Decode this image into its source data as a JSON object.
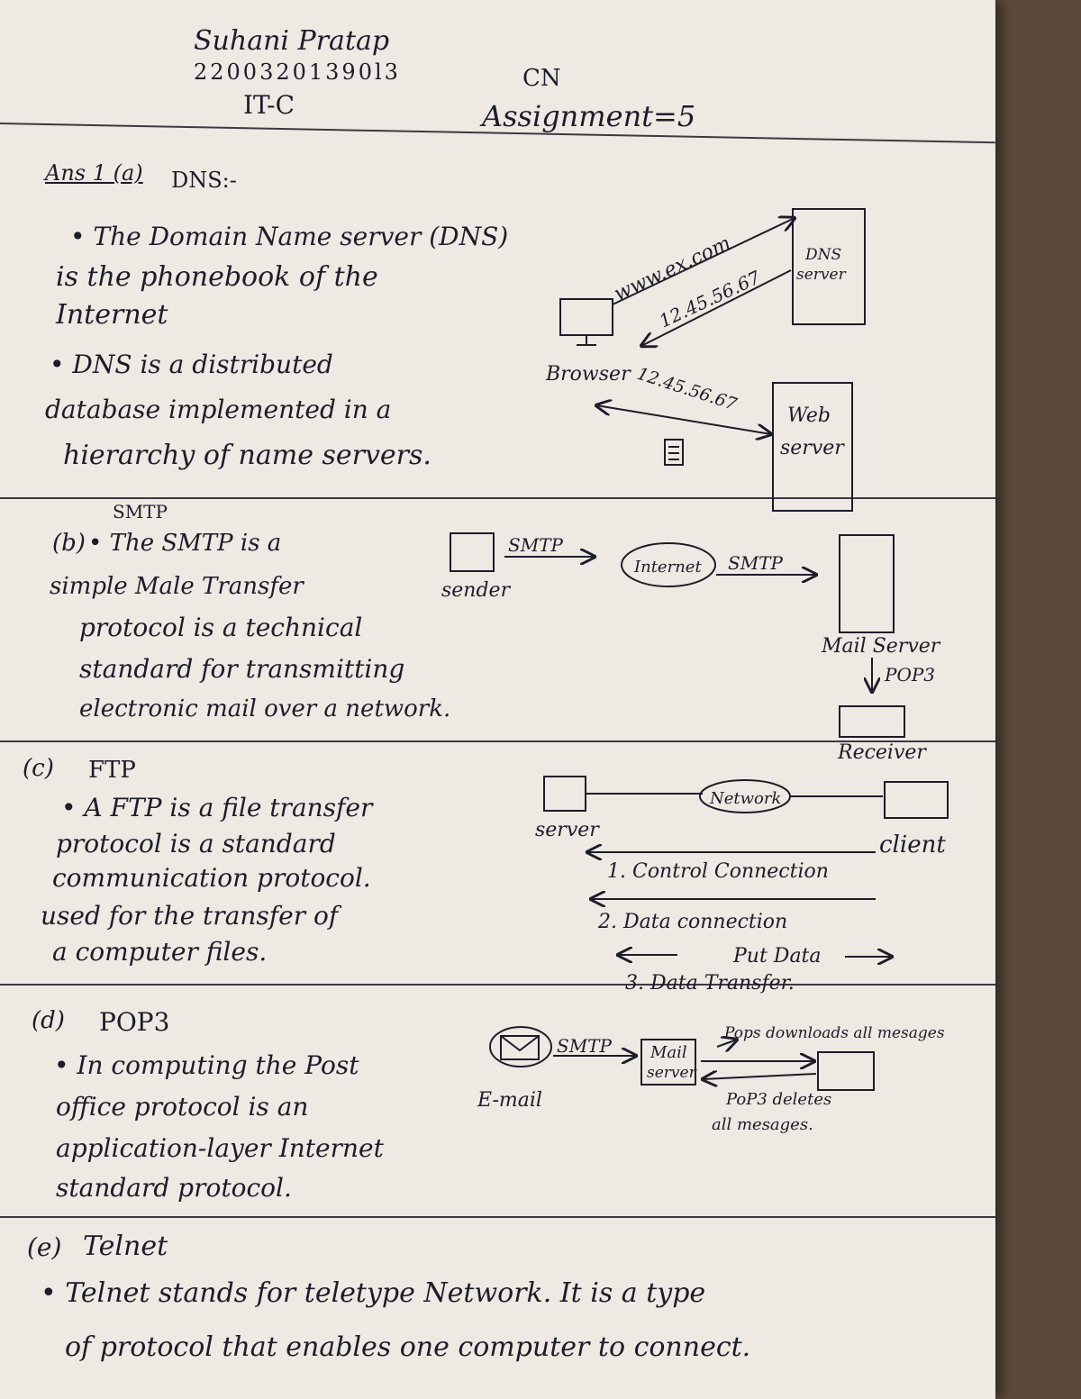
{
  "header": {
    "name": "Suhani Pratap",
    "roll": "22003201390l3",
    "section": "IT-C",
    "subject": "CN",
    "assignment": "Assignment=5"
  },
  "sections": {
    "a": {
      "label": "Ans 1 (a)",
      "title": "DNS:-",
      "lines": [
        "• The Domain Name server (DNS)",
        "is the phonebook of the",
        "Internet",
        "• DNS is a distributed",
        "database implemented in a",
        "hierarchy of name servers."
      ],
      "diagram": {
        "query": "www.ex.com",
        "answer": "12.45.56.67",
        "dns_server": [
          "DNS",
          "server"
        ],
        "browser": "Browser",
        "ip_to_web": "12.45.56.67",
        "web_server": [
          "Web",
          "server"
        ]
      }
    },
    "b": {
      "heading": "SMTP",
      "label": "(b)",
      "lines": [
        "• The SMTP is a",
        "simple Male Transfer",
        "protocol is a technical",
        "standard for transmitting",
        "electronic mail over a network."
      ],
      "diagram": {
        "sender": "sender",
        "smtp1": "SMTP",
        "internet": "Internet",
        "smtp2": "SMTP",
        "mail_server": "Mail Server",
        "pop3": "POP3",
        "receiver": "Receiver"
      }
    },
    "c": {
      "label": "(c)",
      "title": "FTP",
      "lines": [
        "• A FTP is a file transfer",
        "protocol is a standard",
        "communication protocol.",
        "used for the transfer of",
        "a computer files."
      ],
      "diagram": {
        "server": "server",
        "network": "Network",
        "client": "client",
        "step1": "1. Control Connection",
        "step2": "2. Data connection",
        "put": "Put Data",
        "step3": "3. Data Transfer."
      }
    },
    "d": {
      "label": "(d)",
      "title": "POP3",
      "lines": [
        "• In computing the Post",
        "office protocol is an",
        "application-layer Internet",
        "standard protocol."
      ],
      "diagram": {
        "email": "E-mail",
        "smtp": "SMTP",
        "mail_server": [
          "Mail",
          "server"
        ],
        "downloads": "Pops downloads all mesages",
        "deletes": [
          "PoP3 deletes",
          "all mesages."
        ]
      }
    },
    "e": {
      "label": "(e)",
      "title": "Telnet",
      "lines": [
        "• Telnet stands for teletype Network. It is a type",
        "of protocol that enables one computer to connect."
      ]
    }
  }
}
